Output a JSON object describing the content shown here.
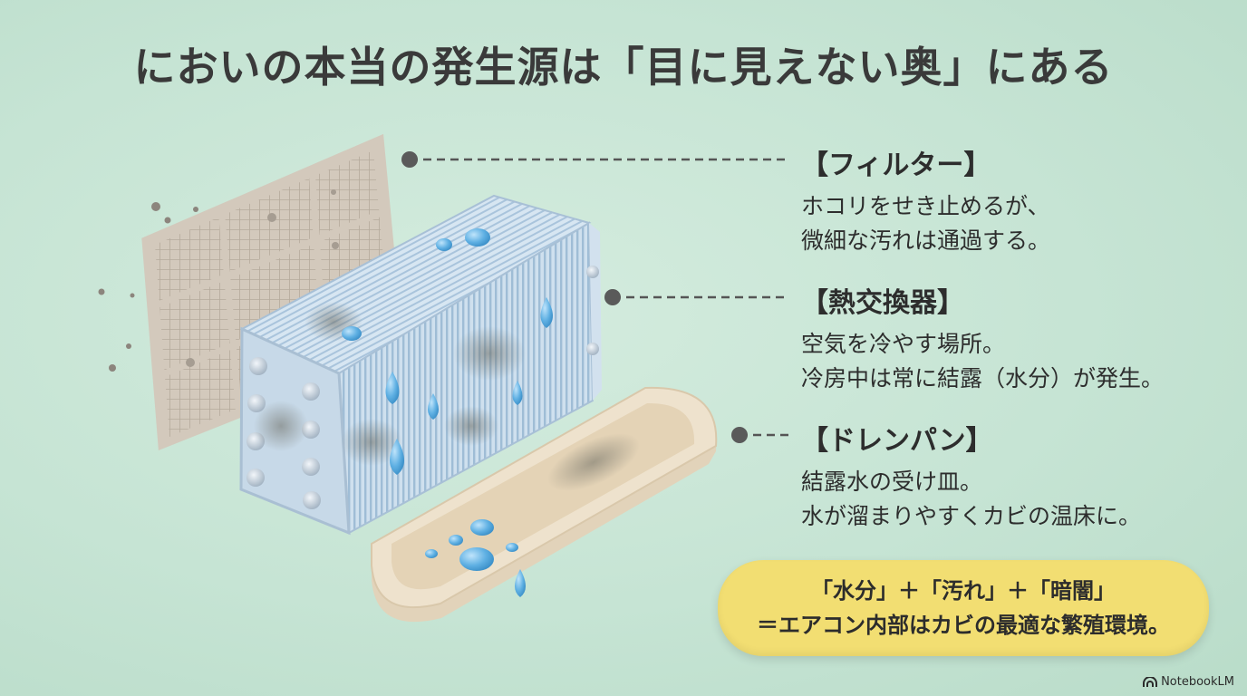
{
  "title": "においの本当の発生源は「目に見えない奥」にある",
  "callouts": [
    {
      "heading": "【フィルター】",
      "lines": [
        "ホコリをせき止めるが、",
        "微細な汚れは通過する。"
      ]
    },
    {
      "heading": "【熱交換器】",
      "lines": [
        "空気を冷やす場所。",
        "冷房中は常に結露（水分）が発生。"
      ]
    },
    {
      "heading": "【ドレンパン】",
      "lines": [
        "結露水の受け皿。",
        "水が溜まりやすくカビの温床に。"
      ]
    }
  ],
  "summary": {
    "line1": "「水分」＋「汚れ」＋「暗闇」",
    "line2": "＝エアコン内部はカビの最適な繁殖環境。"
  },
  "brand": {
    "label": "NotebookLM",
    "icon": "notebooklm-logo-icon"
  },
  "colors": {
    "background": "#c6e4d4",
    "filter": "#c9bfb3",
    "exchanger": "#b9d3e6",
    "drain_pan": "#e9dcc6",
    "water": "#6bb6e6",
    "summary_box": "#f2de72"
  }
}
